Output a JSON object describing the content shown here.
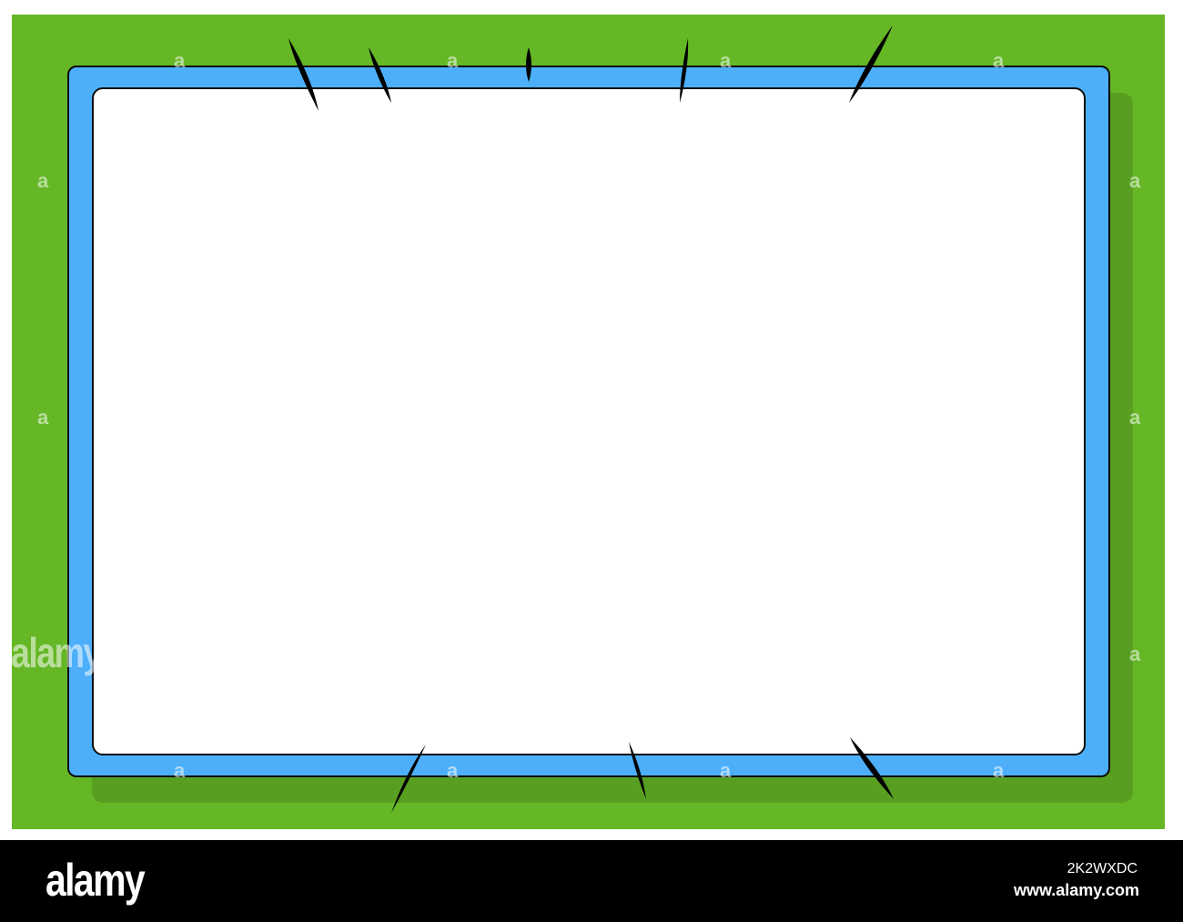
{
  "colors": {
    "page_background": "#ffffff",
    "green_background": "#65b725",
    "frame_shadow": "#589f21",
    "frame_blue": "#4daffa",
    "frame_outline": "#0d0d0d",
    "inner_panel": "#ffffff",
    "footer_background": "#000000"
  },
  "watermark": {
    "glyph": "a",
    "side_text": "alamy"
  },
  "footer": {
    "logo_text": "alamy",
    "image_id": "2K2WXDC",
    "site_url": "www.alamy.com"
  }
}
